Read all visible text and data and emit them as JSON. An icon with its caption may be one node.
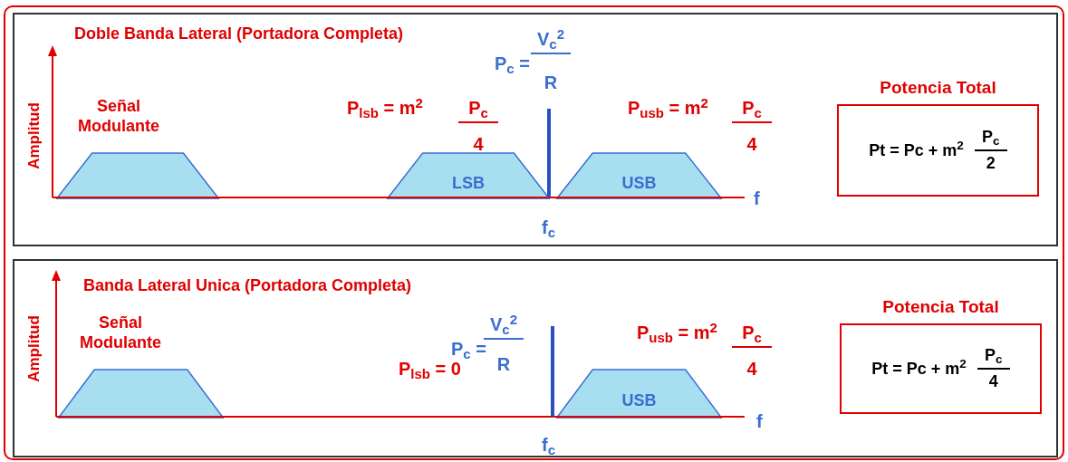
{
  "diagram": {
    "nodes": [
      {
        "text": [
          "Doble Banda Lateral (Portadora Completa)"
        ]
      },
      {
        "text": [],
        "shape": "trapezoid",
        "in": 0,
        "beside": [
          "Señal Modulante"
        ]
      },
      {
        "text": [
          "LSB"
        ],
        "in": 0
      },
      {
        "text": [
          "USB"
        ],
        "in": 0
      },
      {
        "text": [
          "Potencia Total",
          "Pt = Pc + m$^{2}$",
          "P$_{c}$",
          "2"
        ],
        "in": 0
      },
      {
        "text": [
          "Banda Lateral Unica (Portadora Completa)"
        ]
      },
      {
        "text": [],
        "shape": "trapezoid",
        "in": 5,
        "beside": [
          "Señal Modulante"
        ]
      },
      {
        "text": [
          "USB"
        ],
        "in": 5
      },
      {
        "text": [
          "Potencia Total",
          "Pt = Pc + m$^{2}$",
          "P$_{c}$",
          "4"
        ],
        "in": 5
      }
    ],
    "edges": [],
    "labels": [
      "Amplitud",
      "P$_{c}$ =",
      "V$_{c}$$^{2}$",
      "R",
      "P$_{lsb}$ = m$^{2}$",
      "P$_{c}$",
      "4",
      "P$_{usb}$ = m$^{2}$",
      "P$_{c}$",
      "4",
      "f",
      "f$_{c}$",
      "Amplitud",
      "P$_{lsb}$ = 0",
      "P$_{c}$ =",
      "V$_{c}$$^{2}$",
      "R",
      "P$_{usb}$ = m$^{2}$",
      "P$_{c}$",
      "4",
      "f",
      "f$_{c}$"
    ]
  }
}
